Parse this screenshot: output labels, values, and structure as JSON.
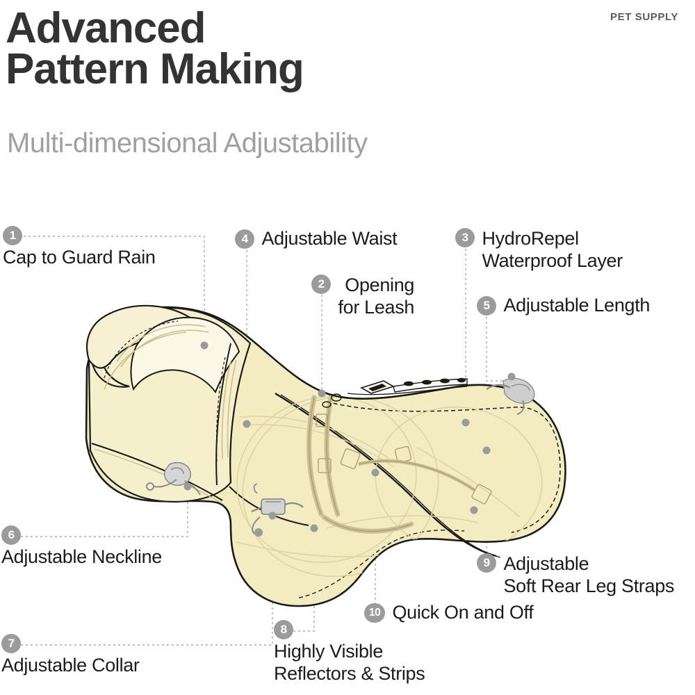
{
  "brand": "PET SUPPLY",
  "header": {
    "title": "Advanced\nPattern Making",
    "subtitle": "Multi-dimensional Adjustability"
  },
  "colors": {
    "title": "#333333",
    "subtitle": "#a0a0a0",
    "badge_fill": "#9b9b9b",
    "badge_text": "#ffffff",
    "label_text": "#1b1b1b",
    "fabric_fill": "#f3ecc0",
    "fabric_light": "#fcf8e7",
    "fabric_mid": "#efe6b0",
    "outline": "#1a1a1a",
    "seam": "#c9bf8d",
    "hardware": "#b9b9b9",
    "leader_line": "#a8a8a8",
    "dot": "#9b9b9b"
  },
  "callouts": [
    {
      "num": "1",
      "text": "Cap to Guard Rain"
    },
    {
      "num": "2",
      "text": "Opening\nfor Leash"
    },
    {
      "num": "3",
      "text": "HydroRepel\nWaterproof Layer"
    },
    {
      "num": "4",
      "text": "Adjustable Waist"
    },
    {
      "num": "5",
      "text": "Adjustable Length"
    },
    {
      "num": "6",
      "text": "Adjustable Neckline"
    },
    {
      "num": "7",
      "text": "Adjustable Collar"
    },
    {
      "num": "8",
      "text": "Highly Visible\nReflectors & Strips"
    },
    {
      "num": "9",
      "text": "Adjustable\nSoft Rear Leg Straps"
    },
    {
      "num": "10",
      "text": "Quick On and Off"
    }
  ],
  "illustration": {
    "subject": "dog raincoat technical flat with hood, leash opening, straps and buckles",
    "hardware_items": [
      "cord-lock-toggle",
      "side-release-buckle",
      "clip-hook",
      "d-ring"
    ]
  }
}
